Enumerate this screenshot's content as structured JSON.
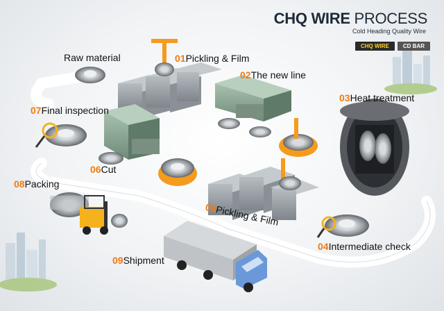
{
  "header": {
    "title_bold": "CHQ WIRE",
    "title_regular": "PROCESS",
    "subtitle": "Cold Heading Quality Wire",
    "tabs": [
      {
        "label": "CHQ WIRE",
        "active": true
      },
      {
        "label": "CD BAR",
        "active": false
      }
    ]
  },
  "steps": [
    {
      "num": "",
      "label": "Raw material"
    },
    {
      "num": "01",
      "label": "Pickling & Film"
    },
    {
      "num": "02",
      "label": "The new line"
    },
    {
      "num": "03",
      "label": "Heat treatment"
    },
    {
      "num": "04",
      "label": "Intermediate check"
    },
    {
      "num": "05",
      "label": "Pickling & Film"
    },
    {
      "num": "06",
      "label": "Cut"
    },
    {
      "num": "07",
      "label": "Final inspection"
    },
    {
      "num": "08",
      "label": "Packing"
    },
    {
      "num": "09",
      "label": "Shipment"
    }
  ],
  "colors": {
    "accent": "#f07a12",
    "tab_active_text": "#ffd42a",
    "machine_green": "#8fa897",
    "tank_gray": "#9aa0a6",
    "truck_blue": "#6a98d8"
  }
}
